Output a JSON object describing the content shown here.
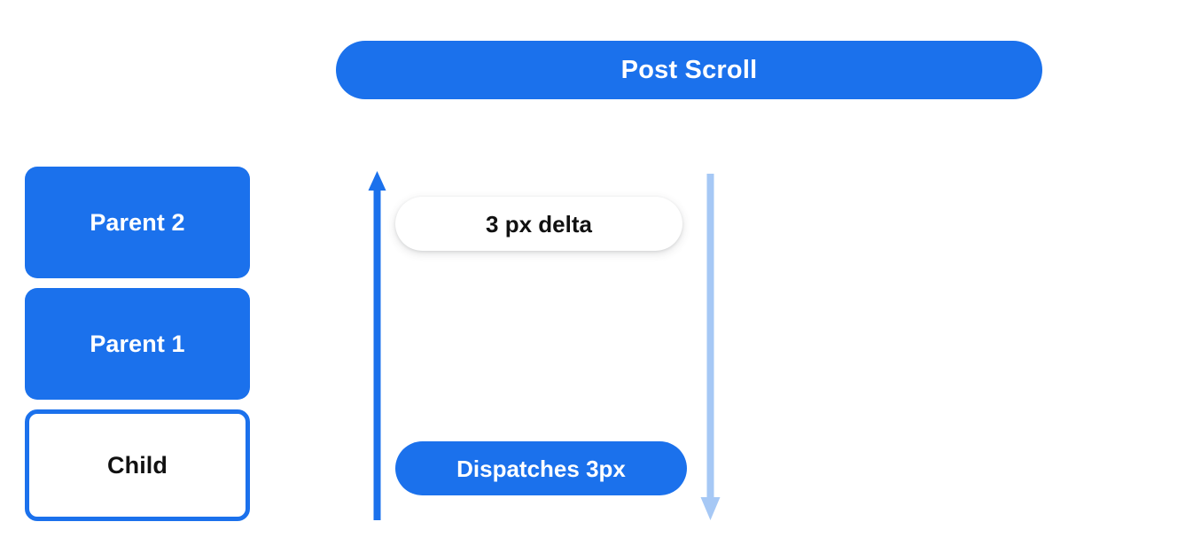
{
  "diagram": {
    "title": "Post Scroll",
    "colors": {
      "primary_blue": "#1b71ec",
      "secondary_blue": "#a6c8f5",
      "background": "#ffffff",
      "text_dark": "#111111",
      "text_light": "#ffffff"
    },
    "stack": {
      "name": "scroll-container-stack",
      "boxes": [
        {
          "label": "Parent 2",
          "style": "filled"
        },
        {
          "label": "Parent 1",
          "style": "filled"
        },
        {
          "label": "Child",
          "style": "outlined"
        }
      ]
    },
    "arrows": [
      {
        "name": "scroll-up-arrow",
        "direction": "up",
        "color": "#1b71ec"
      },
      {
        "name": "scroll-down-arrow",
        "direction": "down",
        "color": "#a6c8f5"
      }
    ],
    "annotations": [
      {
        "name": "delta-pill",
        "label": "3 px delta",
        "style": "white"
      },
      {
        "name": "dispatch-pill",
        "label": "Dispatches 3px",
        "style": "blue"
      }
    ]
  }
}
